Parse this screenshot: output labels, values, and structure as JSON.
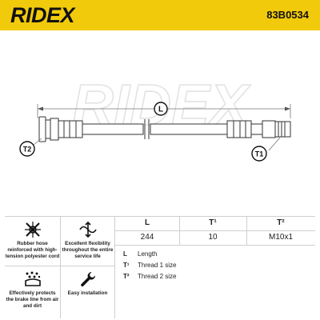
{
  "header": {
    "brand": "RIDEX",
    "part_number": "83B0534"
  },
  "drawing": {
    "watermark": "RIDEX",
    "length_marker": "L",
    "thread1_marker": "T1",
    "thread2_marker": "T2"
  },
  "features": [
    {
      "icon": "reinforced-hose-icon",
      "text": "Rubber hose reinforced with high-tension polyester cord"
    },
    {
      "icon": "flexibility-icon",
      "text": "Excellent flexibility throughout the entire service life"
    },
    {
      "icon": "protection-icon",
      "text": "Effectively protects the brake line from air and dirt"
    },
    {
      "icon": "wrench-icon",
      "text": "Easy installation"
    }
  ],
  "specs": {
    "headers": [
      "L",
      "T¹",
      "T²"
    ],
    "values": [
      "244",
      "10",
      "M10x1"
    ],
    "legend": [
      {
        "key": "L",
        "label": "Length"
      },
      {
        "key": "T¹",
        "label": "Thread 1 size"
      },
      {
        "key": "T²",
        "label": "Thread 2 size"
      }
    ]
  },
  "colors": {
    "brand_yellow": "#f2ca0c",
    "line_gray": "#cfcfcf",
    "watermark": "#e6e6e6"
  }
}
